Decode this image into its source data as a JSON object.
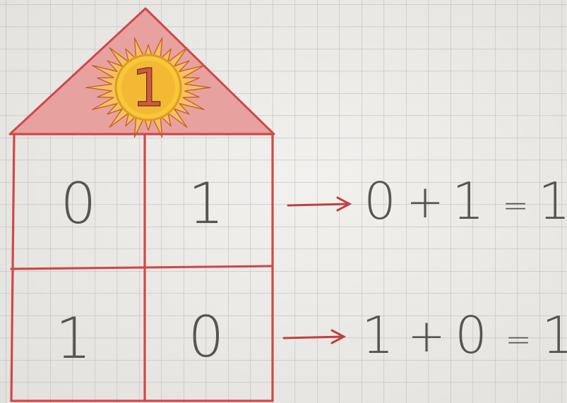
{
  "house": {
    "roof_number": "1",
    "rows": [
      {
        "left": "0",
        "right": "1"
      },
      {
        "left": "1",
        "right": "0"
      }
    ]
  },
  "equations": [
    {
      "a": "0",
      "op": "+",
      "b": "1",
      "eq": "=",
      "result": "1"
    },
    {
      "a": "1",
      "op": "+",
      "b": "0",
      "eq": "=",
      "result": "1"
    }
  ],
  "colors": {
    "paper": "#eceae6",
    "grid": "#b9bfc8",
    "pencil_red": "#d04848",
    "roof_fill": "#e7a2a0",
    "sun_orange": "#f2a22a",
    "sun_yellow": "#f6c83a",
    "graphite": "#555551"
  }
}
